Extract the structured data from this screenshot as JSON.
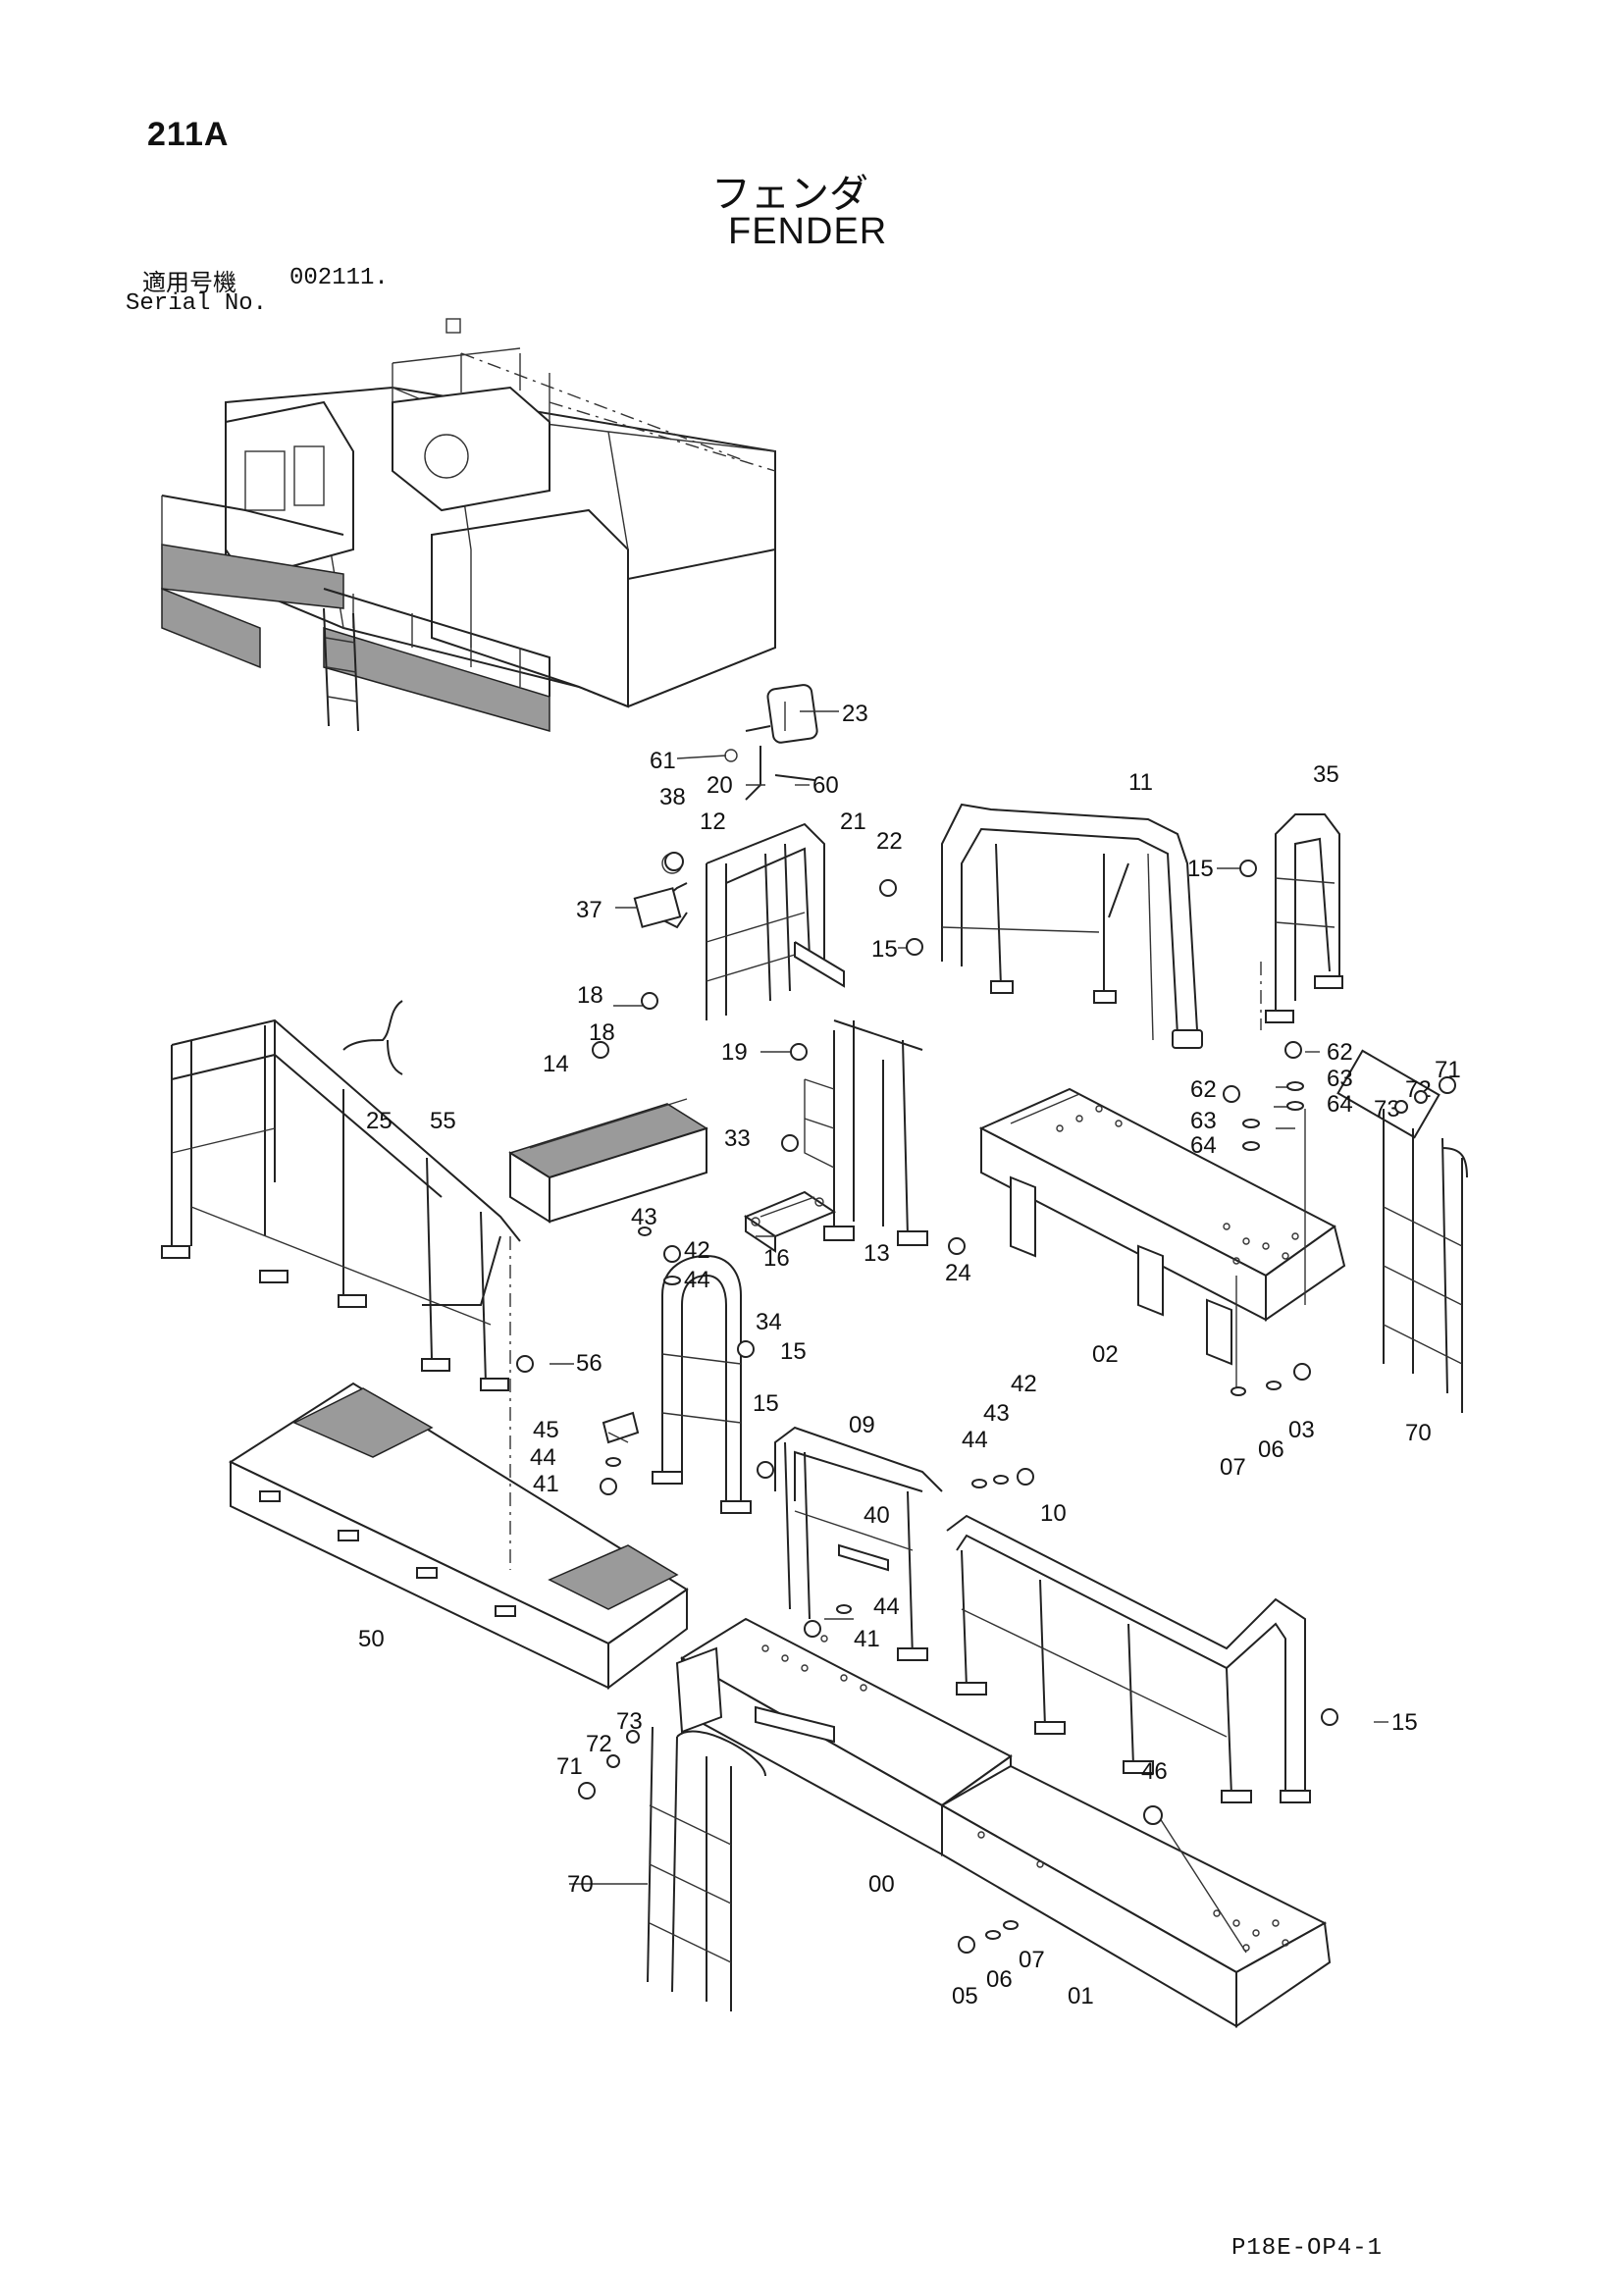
{
  "header": {
    "page_code": "211A",
    "title_jp": "フェンダ",
    "title_en": "FENDER",
    "serial_label_jp": "適用号機",
    "serial_value": "002111.",
    "serial_label_en": "Serial No."
  },
  "footer": {
    "doc_ref": "P18E-OP4-1"
  },
  "callouts": {
    "c23": "23",
    "c61": "61",
    "c20": "20",
    "c60": "60",
    "c38": "38",
    "c12": "12",
    "c21": "21",
    "c22": "22",
    "c37": "37",
    "c11": "11",
    "c35": "35",
    "c15a": "15",
    "c15b": "15",
    "c18a": "18",
    "c18b": "18",
    "c19": "19",
    "c14": "14",
    "c25": "25",
    "c55": "55",
    "c62a": "62",
    "c63a": "63",
    "c64a": "64",
    "c62b": "62",
    "c63b": "63",
    "c64b": "64",
    "c73a": "73",
    "c72a": "72",
    "c71a": "71",
    "c33": "33",
    "c16": "16",
    "c13": "13",
    "c24": "24",
    "c43a": "43",
    "c42a": "42",
    "c44a": "44",
    "c34": "34",
    "c15c": "15",
    "c56": "56",
    "c15d": "15",
    "c02": "02",
    "c07a": "07",
    "c06a": "06",
    "c03": "03",
    "c70a": "70",
    "c45": "45",
    "c44b": "44",
    "c41a": "41",
    "c09": "09",
    "c42b": "42",
    "c43b": "43",
    "c44c": "44",
    "c10": "10",
    "c40": "40",
    "c44d": "44",
    "c41b": "41",
    "c50": "50",
    "c15e": "15",
    "c73b": "73",
    "c72b": "72",
    "c71b": "71",
    "c46": "46",
    "c70b": "70",
    "c00": "00",
    "c05": "05",
    "c06b": "06",
    "c07b": "07",
    "c01": "01"
  }
}
